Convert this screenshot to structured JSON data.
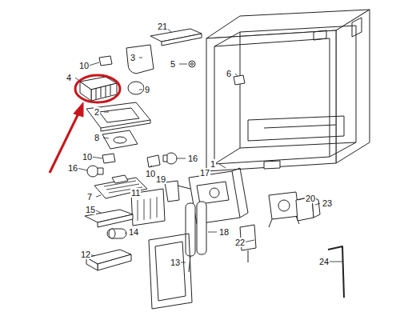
{
  "diagram": {
    "labels": [
      "21",
      "3",
      "5",
      "10",
      "6",
      "4",
      "9",
      "2",
      "8",
      "1",
      "10",
      "16",
      "16",
      "10",
      "17",
      "19",
      "7",
      "11",
      "20",
      "23",
      "15",
      "14",
      "18",
      "22",
      "12",
      "13",
      "24"
    ]
  }
}
